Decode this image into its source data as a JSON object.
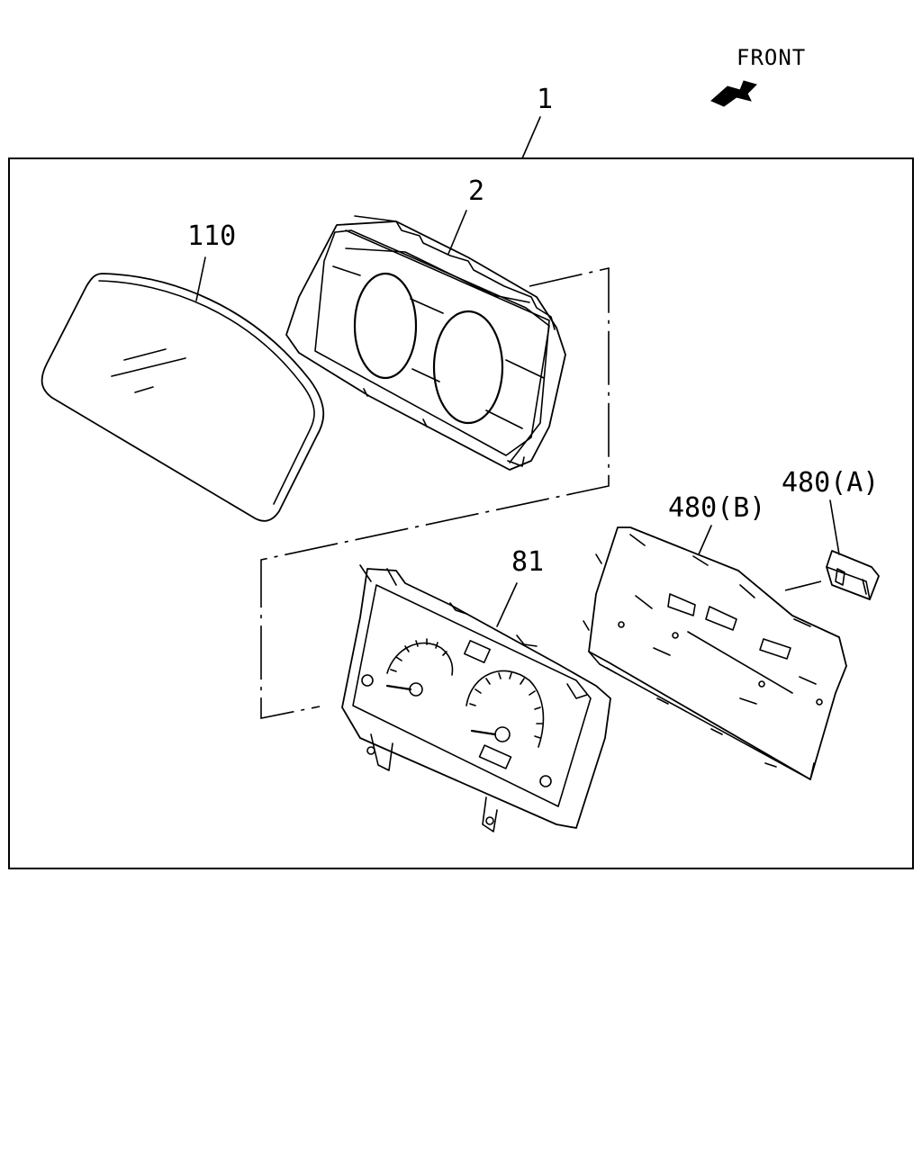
{
  "orientation": {
    "label": "FRONT",
    "icon": "front-arrow-icon"
  },
  "callouts": {
    "assembly": "1",
    "bezel": "2",
    "lens": "110",
    "meter": "81",
    "board_b": "480(B)",
    "board_a": "480(A)"
  },
  "colors": {
    "line": "#000000",
    "background": "#ffffff"
  }
}
